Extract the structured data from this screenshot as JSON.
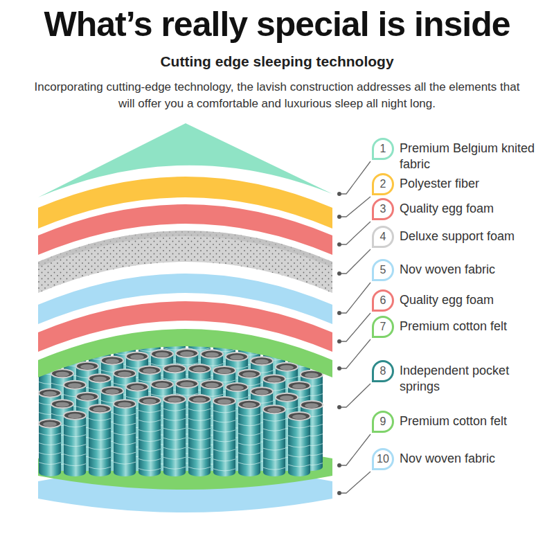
{
  "diagram": {
    "title": "What’s really special is inside",
    "nodes": [
      {
        "text": [
          "1",
          "Premium Belgium knited fabric"
        ]
      },
      {
        "text": [
          "2",
          "Polyester fiber"
        ]
      },
      {
        "text": [
          "3",
          "Quality egg foam"
        ]
      },
      {
        "text": [
          "4",
          "Deluxe support foam"
        ]
      },
      {
        "text": [
          "5",
          "Nov woven fabric"
        ]
      },
      {
        "text": [
          "6",
          "Quality egg foam"
        ]
      },
      {
        "text": [
          "7",
          "Premium cotton felt"
        ]
      },
      {
        "text": [
          "8",
          "Independent pocket springs"
        ]
      },
      {
        "text": [
          "9",
          "Premium cotton felt"
        ]
      },
      {
        "text": [
          "10",
          "Nov woven fabric"
        ]
      }
    ],
    "labels": [
      "Cutting edge sleeping technology",
      "Incorporating cutting-edge technology, the lavish construction addresses all the elements that will offer you a comfortable and luxurious sleep all night long."
    ]
  }
}
